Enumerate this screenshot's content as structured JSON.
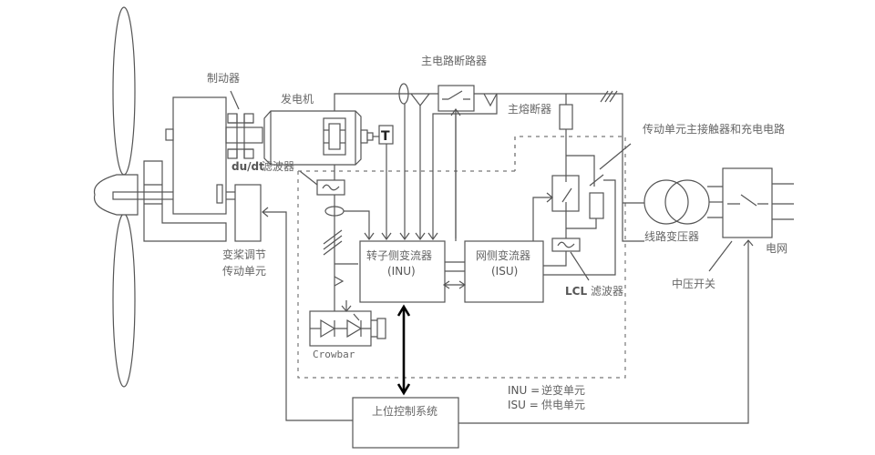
{
  "diagram": {
    "title": "双馈风力发电机组变流系统结构图",
    "labels": {
      "brake": "制动器",
      "generator": "发电机",
      "main_breaker": "主电路断路器",
      "main_fuse": "主熔断器",
      "drive_contactor": "传动单元主接触器和充电电路",
      "dudt_filter_prefix": "du/dt",
      "dudt_filter_suffix": "滤波器",
      "pitch_unit_line1": "变桨调节",
      "pitch_unit_line2": "传动单元",
      "rotor_converter": "转子侧变流器",
      "rotor_converter_abbr": "(INU)",
      "grid_converter": "网侧变流器",
      "grid_converter_abbr": "(ISU)",
      "lcl_prefix": "LCL",
      "lcl_suffix": "滤波器",
      "line_transformer": "线路变压器",
      "mv_switch": "中压开关",
      "grid": "电网",
      "crowbar": "Crowbar",
      "tacho": "T",
      "control_system": "上位控制系统"
    },
    "legend": [
      {
        "abbr": "INU =",
        "meaning": "逆变单元"
      },
      {
        "abbr": "ISU =",
        "meaning": "供电单元"
      }
    ]
  }
}
